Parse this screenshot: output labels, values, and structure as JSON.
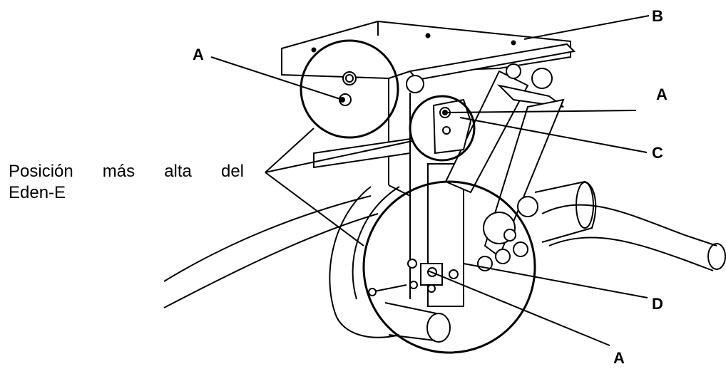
{
  "callouts": {
    "a_top_left": "A",
    "b": "B",
    "a_right": "A",
    "c": "C",
    "d": "D",
    "a_bottom": "A"
  },
  "caption": {
    "line1": "Posición más alta del",
    "line2": "Eden-E"
  },
  "colors": {
    "ink": "#000000",
    "background": "#ffffff",
    "shade": "#9a9a9a"
  }
}
